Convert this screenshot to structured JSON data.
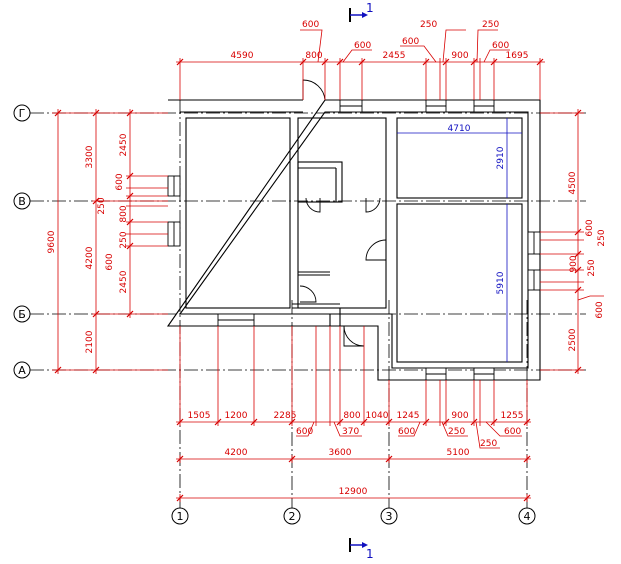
{
  "axes": {
    "letters": [
      "Г",
      "В",
      "Б",
      "А"
    ],
    "numbers": [
      "1",
      "2",
      "3",
      "4"
    ]
  },
  "section": {
    "top_label": "1",
    "bottom_label": "1"
  },
  "dims_top": {
    "row1": [
      "600",
      "250",
      "250"
    ],
    "row2": [
      "600",
      "600",
      "600"
    ],
    "row3": [
      "4590",
      "800",
      "2455",
      "900",
      "1695"
    ]
  },
  "dims_bottom": {
    "row1": [
      "1505",
      "1200",
      "2285",
      "800",
      "1040",
      "1245",
      "900",
      "1255"
    ],
    "row1_leaders": [
      "600",
      "370",
      "600",
      "250",
      "250",
      "600"
    ],
    "row2": [
      "4200",
      "3600",
      "5100"
    ],
    "total": "12900"
  },
  "dims_left": {
    "total": "9600",
    "outer": [
      "3300",
      "4200",
      "2100"
    ],
    "inner": [
      "2450",
      "600",
      "250",
      "800",
      "250",
      "600",
      "2450"
    ]
  },
  "dims_right": {
    "outer": [
      "4500",
      "2500"
    ],
    "inner": [
      "600",
      "250",
      "900",
      "250",
      "600"
    ]
  },
  "interior": {
    "room_width": "4710",
    "room_height_top": "2910",
    "room_height_bottom": "5910"
  },
  "colors": {
    "dim": "#d80000",
    "wall": "#000000",
    "interior_dim": "#1010c0",
    "axis": "#000000"
  }
}
